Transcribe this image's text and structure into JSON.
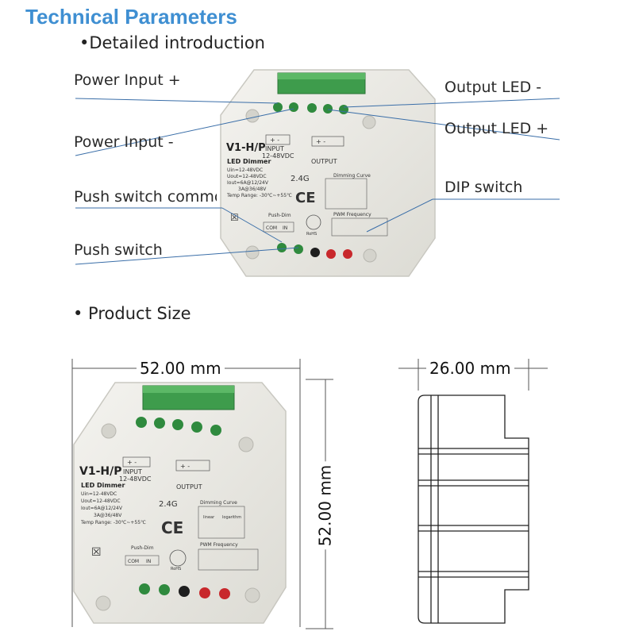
{
  "title": "Technical Parameters",
  "section_intro": "•Detailed introduction",
  "section_size": "• Product Size",
  "callouts": {
    "power_input_plus": "Power Input +",
    "power_input_minus": "Power Input -",
    "push_switch_common": "Push switch common",
    "push_switch": "Push switch",
    "output_led_minus": "Output LED -",
    "output_led_plus": "Output LED +",
    "dip_switch": "DIP switch"
  },
  "device_labels": {
    "model": "V1-H/P",
    "product": "LED Dimmer",
    "input_title": "INPUT",
    "input_voltage": "12-48VDC",
    "plus_minus": "+ -",
    "output_title": "OUTPUT",
    "uin": "Uin=12-48VDC",
    "uout": "Uout=12-48VDC",
    "iout": "Iout=6A@12/24V",
    "iout2": "3A@36/48V",
    "temp": "Temp Range: -30℃~+55℃",
    "wireless": "2.4G",
    "ce": "CE",
    "dimming_curve": "Dimming Curve",
    "linear": "linear",
    "logarithm": "logarithm",
    "pwm_frequency": "PWM Frequency",
    "push_dim": "Push-Dim",
    "com": "COM",
    "in": "IN",
    "rohs": "RoHS"
  },
  "dimensions": {
    "width": "52.00 mm",
    "height": "52.00 mm",
    "depth": "26.00 mm"
  },
  "colors": {
    "title": "#3f8fd2",
    "device_body": "#ecebe6",
    "terminal_green": "#2f8a3e",
    "terminal_red": "#c8282c",
    "terminal_black": "#1e1e1e",
    "leader_line": "#3a6ea8"
  }
}
